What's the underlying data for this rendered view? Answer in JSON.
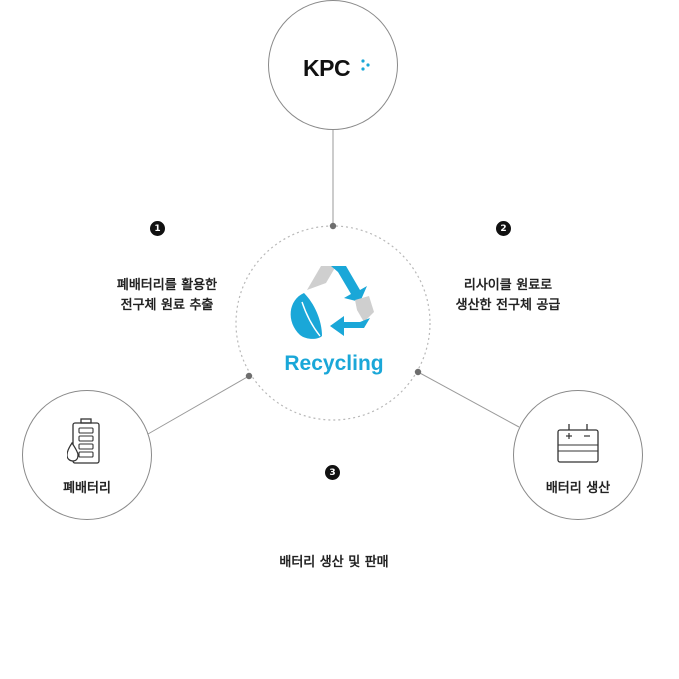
{
  "logo": {
    "text": "KPC"
  },
  "center": {
    "label": "Recycling"
  },
  "nodes": {
    "left": {
      "label": "폐배터리",
      "icon": "waste-battery-icon"
    },
    "right": {
      "label": "배터리 생산",
      "icon": "battery-production-icon"
    }
  },
  "steps": [
    {
      "number": "1",
      "line1": "폐배터리를 활용한",
      "line2": "전구체 원료 추출"
    },
    {
      "number": "2",
      "line1": "리사이클 원료로",
      "line2": "생산한 전구체 공급"
    },
    {
      "number": "3",
      "line1": "배터리 생산 및 판매"
    }
  ],
  "colors": {
    "accent": "#1aa7d8",
    "recycle_gray": "#cfcfcf",
    "line": "#9a9a9a",
    "dotted": "#b8b8b8"
  }
}
